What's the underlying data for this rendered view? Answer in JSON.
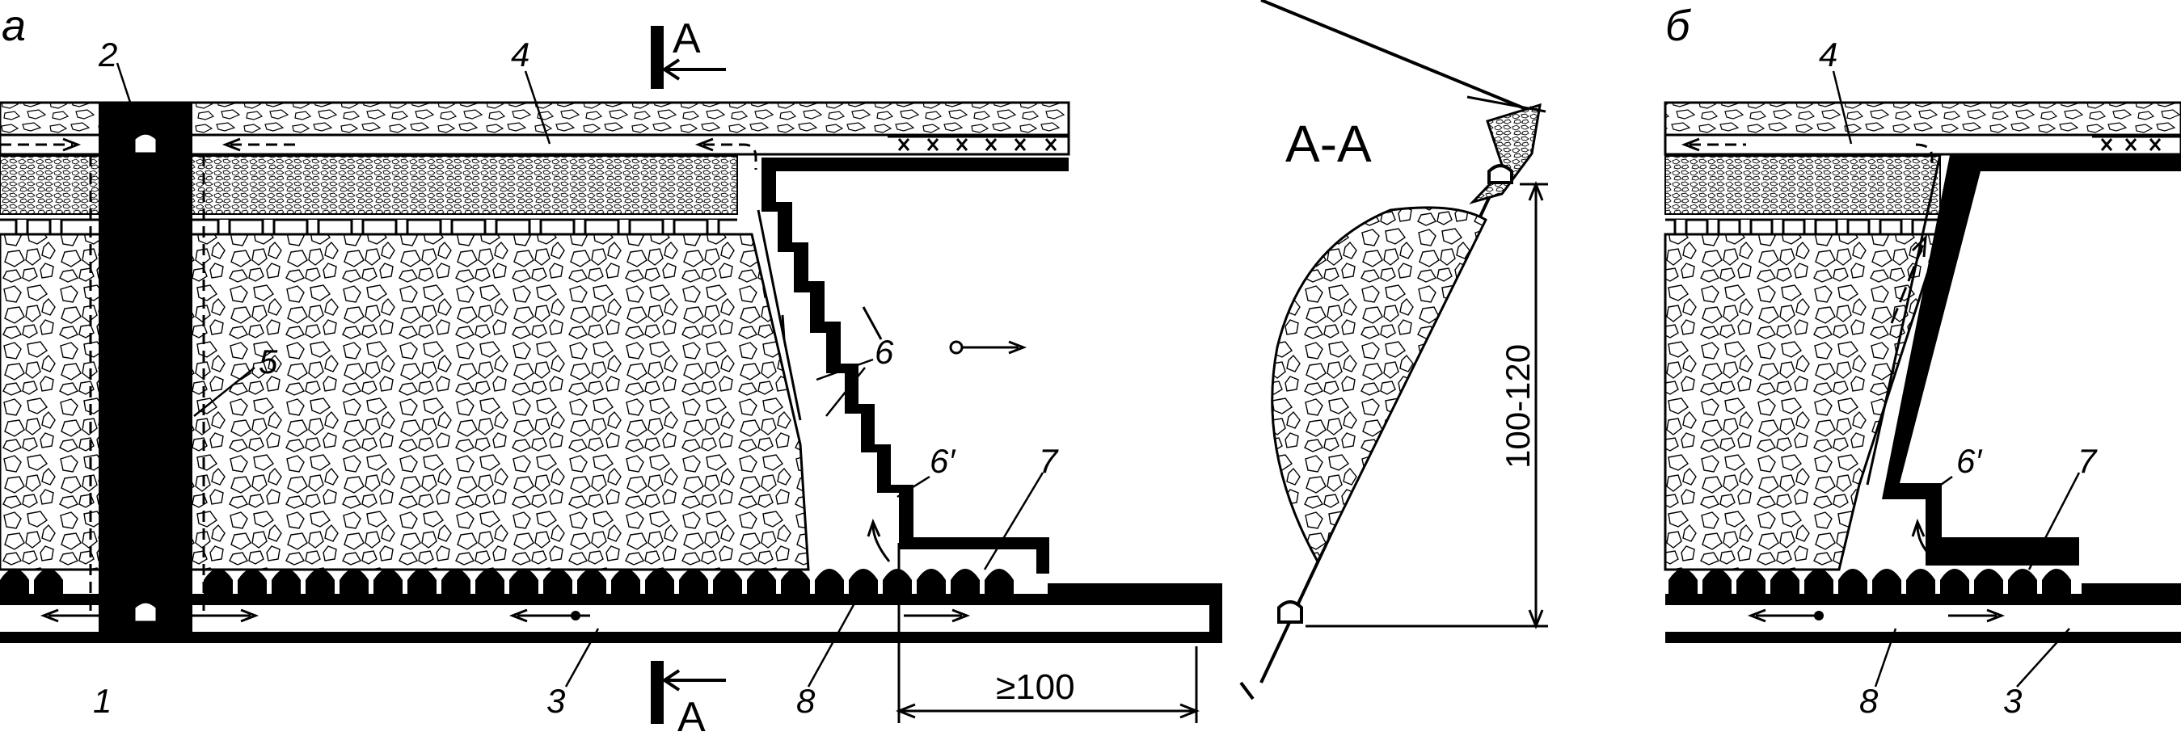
{
  "panels": {
    "a": "а",
    "b": "б"
  },
  "section": {
    "marker": "A",
    "title": "А-А"
  },
  "callouts": {
    "n1": "1",
    "n2": "2",
    "n3": "3",
    "n4": "4",
    "n5": "5",
    "n6": "6",
    "n6p": "6′",
    "n7": "7",
    "n8": "8"
  },
  "dimensions": {
    "front_gap": "≥100",
    "face_height": "100-120"
  },
  "colors": {
    "ink": "#000000",
    "paper": "#ffffff"
  }
}
